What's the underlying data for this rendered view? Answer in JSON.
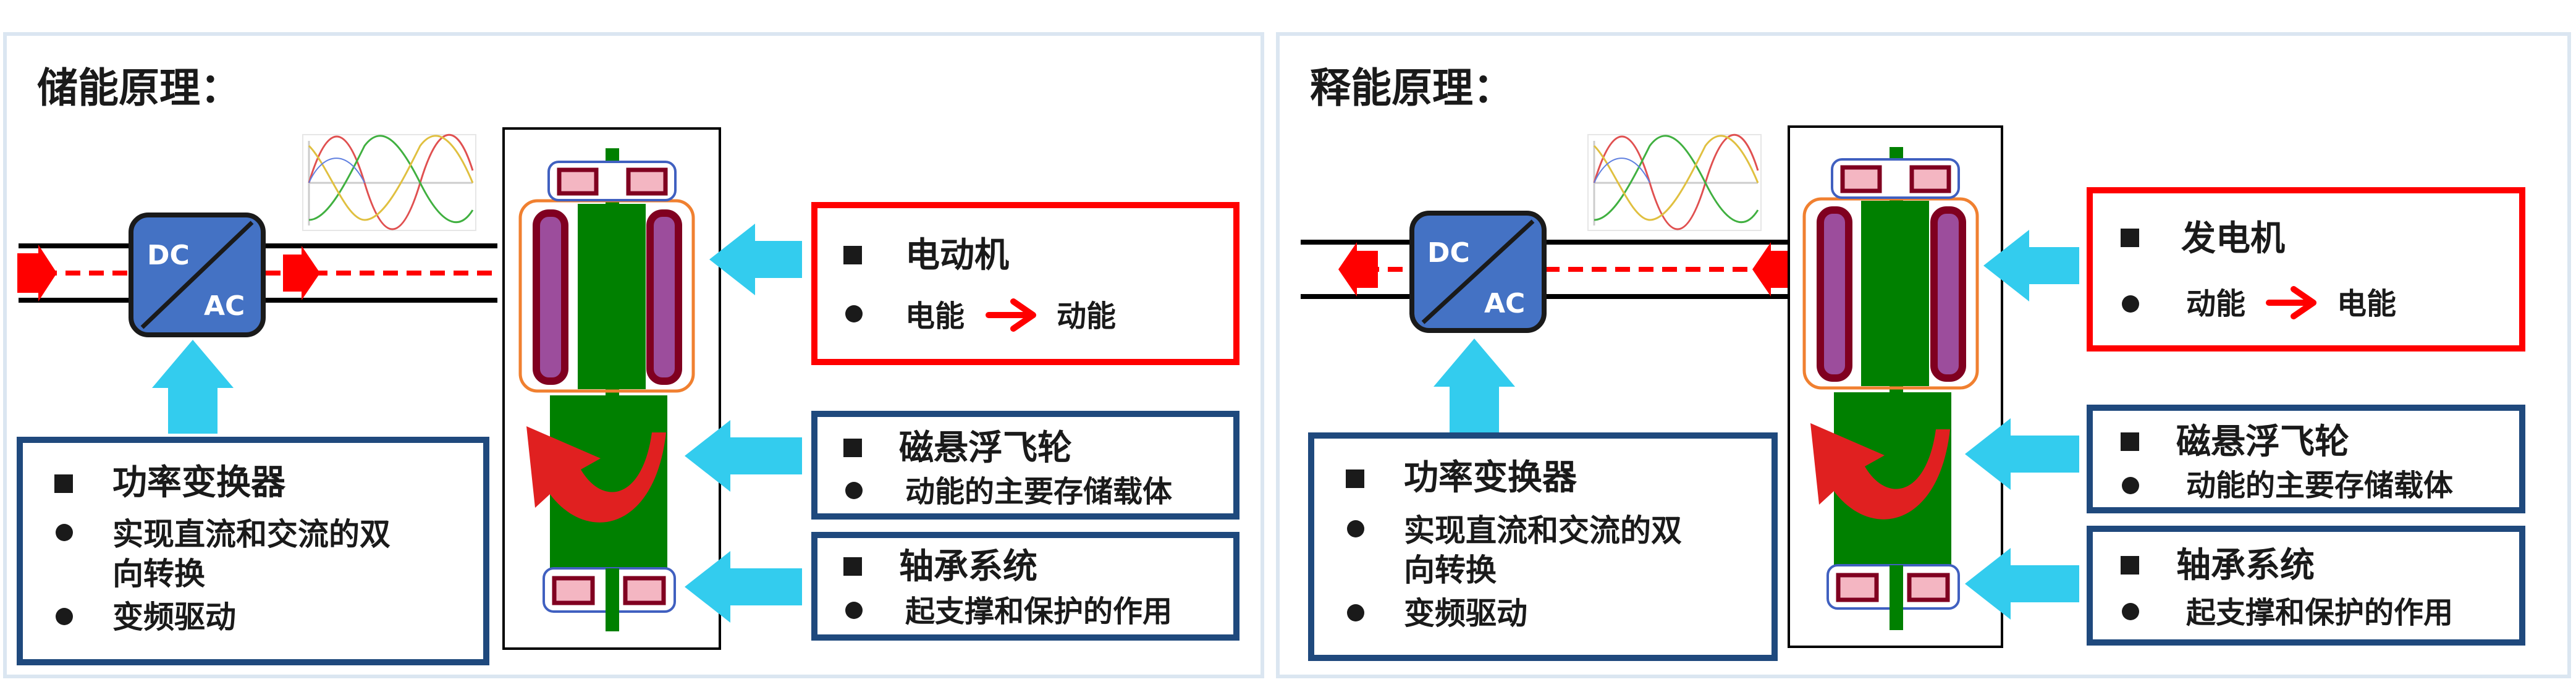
{
  "colors": {
    "panel_border": "#dbe6f1",
    "box_blue": "#1f497d",
    "box_red": "#ff0000",
    "arrow_cyan": "#33ccee",
    "shaft_green": "#008000",
    "stator_purple": "#9c4d9c",
    "stator_edge": "#800020",
    "converter_fill": "#4472c4",
    "signal_red": "#ff0000"
  },
  "panels": [
    {
      "title": "储能原理：",
      "converter": {
        "dc": "DC",
        "ac": "AC"
      },
      "machine_box": {
        "heading": "电动机",
        "from": "电能",
        "to": "动能"
      },
      "flywheel_box": {
        "heading": "磁悬浮飞轮",
        "item": "动能的主要存储载体"
      },
      "bearing_box": {
        "heading": "轴承系统",
        "item": "起支撑和保护的作用"
      },
      "converter_box": {
        "heading": "功率变换器",
        "item1_line1": "实现直流和交流的双",
        "item1_line2": "向转换",
        "item2": "变频驱动"
      }
    },
    {
      "title": "释能原理：",
      "converter": {
        "dc": "DC",
        "ac": "AC"
      },
      "machine_box": {
        "heading": "发电机",
        "from": "动能",
        "to": "电能"
      },
      "flywheel_box": {
        "heading": "磁悬浮飞轮",
        "item": "动能的主要存储载体"
      },
      "bearing_box": {
        "heading": "轴承系统",
        "item": "起支撑和保护的作用"
      },
      "converter_box": {
        "heading": "功率变换器",
        "item1_line1": "实现直流和交流的双",
        "item1_line2": "向转换",
        "item2": "变频驱动"
      }
    }
  ]
}
